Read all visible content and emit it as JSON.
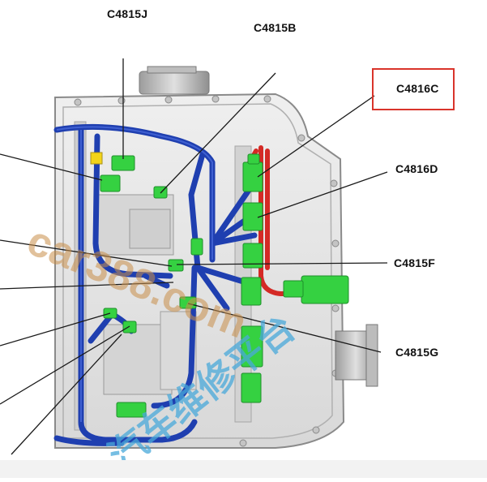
{
  "diagram": {
    "highlighted_connector": "C4816C",
    "colors": {
      "harness_blue": "#1f3fb0",
      "harness_red": "#d42a25",
      "connector_green": "#35d141",
      "highlight_red": "#d9342b",
      "watermark": "#c98f4a",
      "watermark_blue": "#49a9da",
      "plate": "#e6e6e6"
    },
    "labels": {
      "c4815j": "C4815J",
      "c4815b": "C4815B",
      "c4816c": "C4816C",
      "c4816d": "C4816D",
      "c4815f": "C4815F",
      "c4815g": "C4815G"
    },
    "watermark": {
      "latin": "car388.com",
      "cjk": "汽车维修平台"
    }
  }
}
